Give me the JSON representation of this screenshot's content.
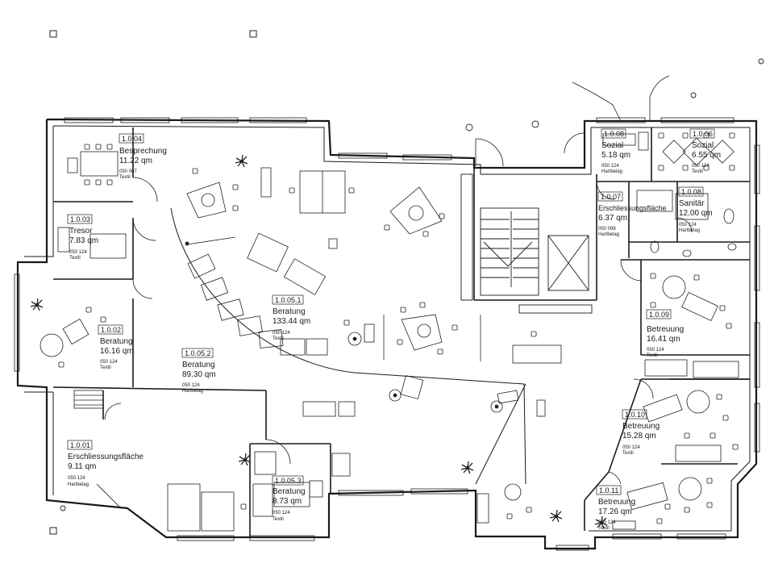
{
  "rooms": [
    {
      "id": "1.0.04",
      "name": "Besprechung",
      "area": "11.22 qm",
      "code": "050 067",
      "floor": "Textil"
    },
    {
      "id": "1.0.03",
      "name": "Tresor",
      "area": "7.83 qm",
      "code": "050 124",
      "floor": "Textil"
    },
    {
      "id": "1.0.02",
      "name": "Beratung",
      "area": "16.16 qm",
      "code": "050 124",
      "floor": "Textil"
    },
    {
      "id": "1.0.05.1",
      "name": "Beratung",
      "area": "133.44 qm",
      "code": "050 124",
      "floor": "Textil"
    },
    {
      "id": "1.0.05.2",
      "name": "Beratung",
      "area": "89.30 qm",
      "code": "050 124",
      "floor": "Hartbelag"
    },
    {
      "id": "1.0.01",
      "name": "Erschliessungsfläche",
      "area": "9.11 qm",
      "code": "050 124",
      "floor": "Hartbelag"
    },
    {
      "id": "1.0.05.3",
      "name": "Beratung",
      "area": "8.73 qm",
      "code": "050 124",
      "floor": "Textil"
    },
    {
      "id": "1.0.08",
      "name": "Sozial",
      "area": "5.18 qm",
      "code": "050 124",
      "floor": "Hartbelag"
    },
    {
      "id": "1.0.06",
      "name": "Sozial",
      "area": "6.55 qm",
      "code": "050 124",
      "floor": "Textil"
    },
    {
      "id": "1.0.07",
      "name": "Erschliessungsfläche",
      "area": "6.37 qm",
      "code": "050 098",
      "floor": "Hartbelag"
    },
    {
      "id": "1.0.08",
      "name": "Sanitär",
      "area": "12.00 qm",
      "code": "050 124",
      "floor": "Hartbelag"
    },
    {
      "id": "1.0.09",
      "name": "Betreuung",
      "area": "16.41 qm",
      "code": "050 124",
      "floor": "Textil"
    },
    {
      "id": "1.0.10",
      "name": "Betreuung",
      "area": "15.28 qm",
      "code": "050 124",
      "floor": "Textil"
    },
    {
      "id": "1.0.11",
      "name": "Betreuung",
      "area": "17.26 qm",
      "code": "050 124",
      "floor": "Textil"
    }
  ]
}
